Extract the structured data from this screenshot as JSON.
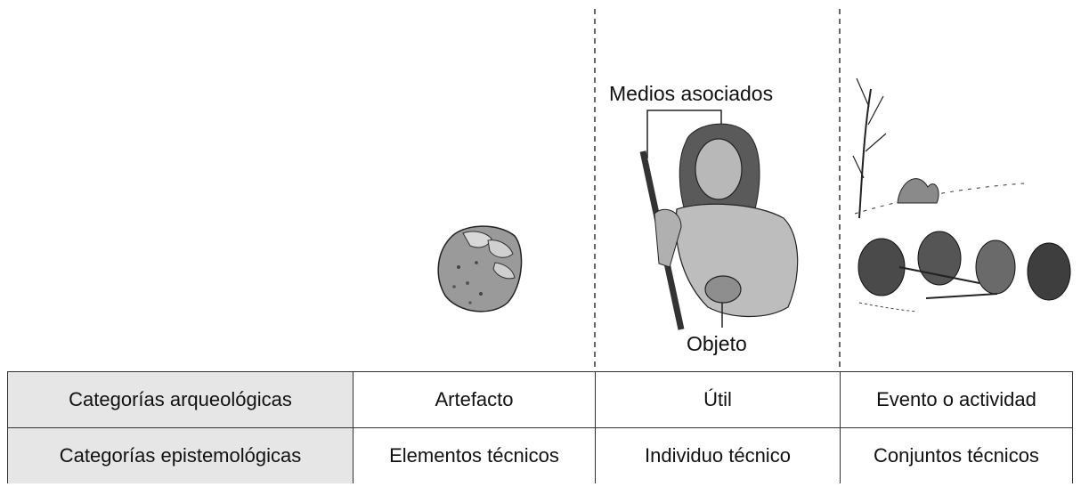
{
  "labels": {
    "medios": "Medios asociados",
    "objeto": "Objeto"
  },
  "illustrations": {
    "artefacto": "stone-tool-drawing",
    "util": "hominid-with-tools-drawing",
    "evento": "group-activity-scene-drawing"
  },
  "table": {
    "rows": [
      {
        "header": "Categorías arqueológicas",
        "cells": [
          "Artefacto",
          "Útil",
          "Evento o actividad"
        ]
      },
      {
        "header": "Categorías epistemológicas",
        "cells": [
          "Elementos técnicos",
          "Individuo técnico",
          "Conjuntos técnicos"
        ]
      }
    ]
  },
  "colors": {
    "header_bg": "#e6e6e6",
    "line": "#333333"
  }
}
